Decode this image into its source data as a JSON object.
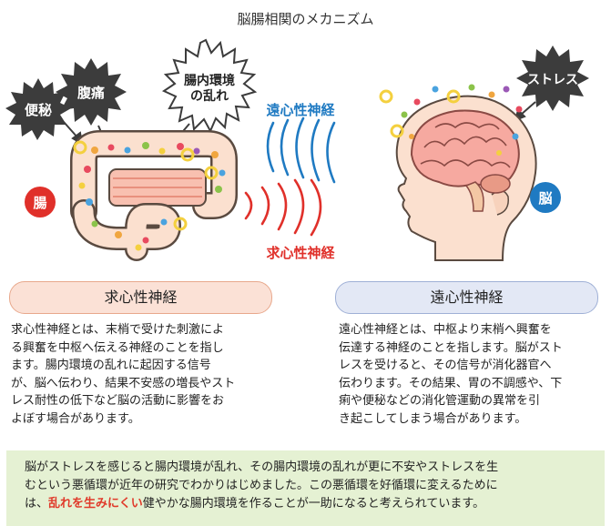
{
  "title": "脳腸相関のメカニズム",
  "illustration": {
    "bursts": {
      "constipation": "便秘",
      "abdominal_pain": "腹痛",
      "gut_env_line1": "腸内環境",
      "gut_env_line2": "の乱れ",
      "stress": "ストレス"
    },
    "organ_labels": {
      "gut": "腸",
      "brain": "脳"
    },
    "nerve_labels": {
      "efferent": "遠心性神経",
      "afferent": "求心性神経"
    },
    "colors": {
      "efferent": "#1f7ac2",
      "afferent": "#e0302a",
      "gut_badge": "#e0302a",
      "brain_badge": "#1f7ac2"
    }
  },
  "sections": {
    "afferent": {
      "heading": "求心性神経",
      "lines": [
        "求心性神経とは、末梢で受けた刺激によ",
        "る興奮を中枢へ伝える神経のことを指し",
        "ます。腸内環境の乱れに起因する信号",
        "が、脳へ伝わり、結果不安感の増長やスト",
        "レス耐性の低下など脳の活動に影響をお",
        "よぼす場合があります。"
      ]
    },
    "efferent": {
      "heading": "遠心性神経",
      "lines": [
        "遠心性神経とは、中枢より末梢へ興奮を",
        "伝達する神経のことを指します。脳がスト",
        "レスを受けると、その信号が消化器官へ",
        "伝わります。その結果、胃の不調感や、下",
        "痢や便秘などの消化管運動の異常を引",
        "き起こしてしまう場合があります。"
      ]
    }
  },
  "summary": {
    "line1": "脳がストレスを感じると腸内環境が乱れ、その腸内環境の乱れが更に不安やストレスを生",
    "line2": "むという悪循環が近年の研究でわかりはじめました。この悪循環を好循環に変えるために",
    "line3_prefix": "は、",
    "line3_highlight": "乱れを生みにくい",
    "line3_suffix": "健やかな腸内環境を作ることが一助になると考えられています。"
  }
}
